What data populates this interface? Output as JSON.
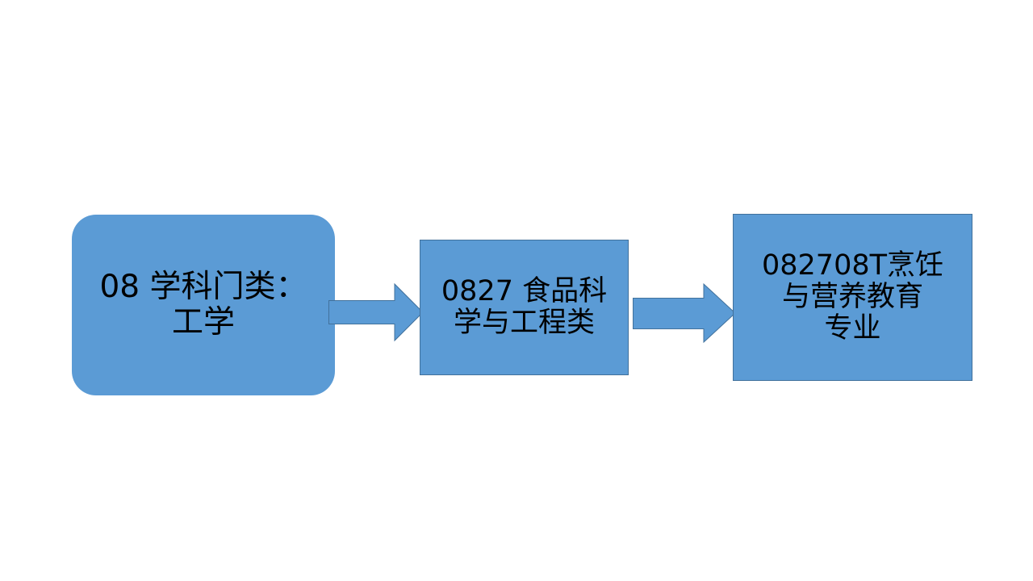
{
  "slide": {
    "background_color": "#FFFFFF",
    "node_fill_color": "#5B9BD5",
    "node_border_color": "#41719C",
    "text_color": "#000000"
  },
  "diagram": {
    "type": "flowchart",
    "orientation": "left-to-right",
    "nodes": [
      {
        "id": "category",
        "shape": "rounded-rectangle",
        "code": "08",
        "label": "08 学科门类：\n工学",
        "lines": [
          "08 学科门类：",
          "工学"
        ]
      },
      {
        "id": "class",
        "shape": "rectangle",
        "code": "0827",
        "label": "0827 食品科\n学与工程类",
        "lines": [
          "0827 食品科",
          "学与工程类"
        ]
      },
      {
        "id": "major",
        "shape": "rectangle",
        "code": "082708T",
        "label": "082708T烹饪\n与营养教育\n专业",
        "lines": [
          "082708T烹饪",
          "与营养教育",
          "专业"
        ]
      }
    ],
    "connectors": [
      {
        "id": "arrow-1",
        "from": "category",
        "to": "class",
        "icon": "right-block-arrow-icon"
      },
      {
        "id": "arrow-2",
        "from": "class",
        "to": "major",
        "icon": "right-block-arrow-icon"
      }
    ]
  }
}
